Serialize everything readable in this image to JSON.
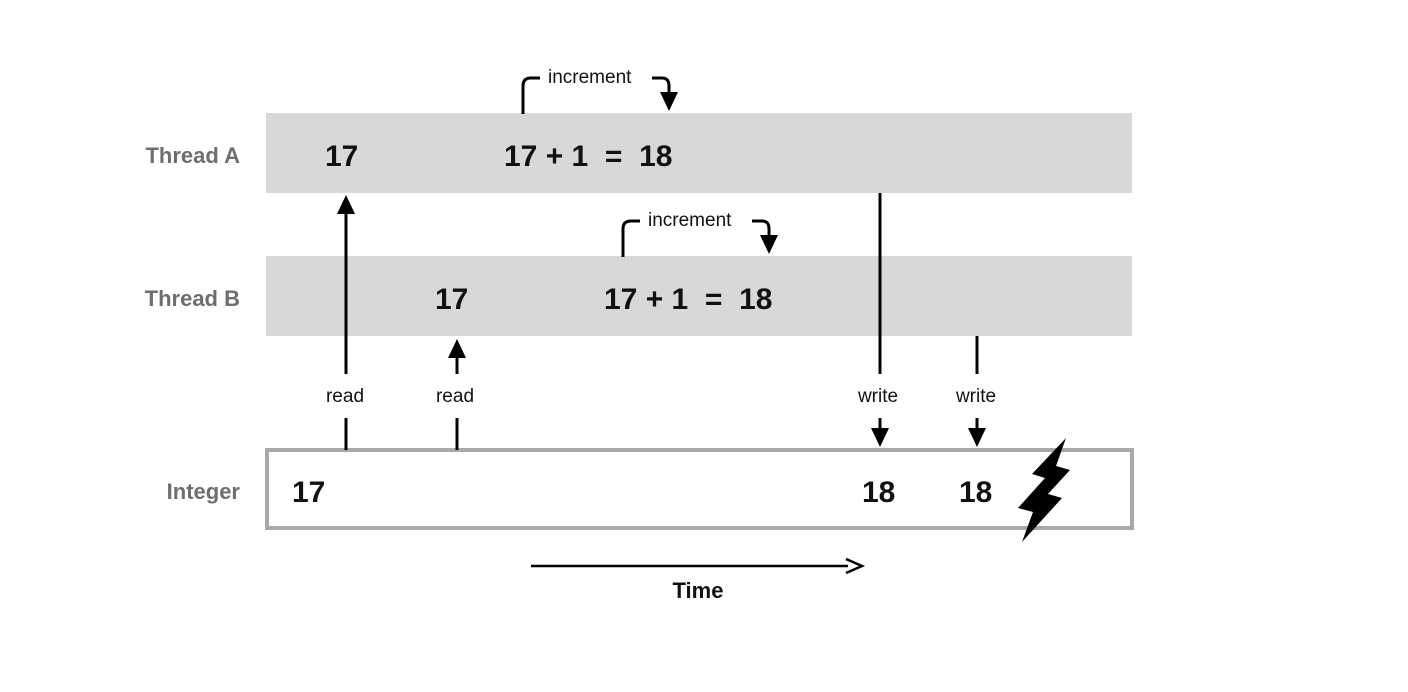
{
  "rows": {
    "thread_a": "Thread A",
    "thread_b": "Thread B",
    "integer": "Integer"
  },
  "thread_a": {
    "read_value": "17",
    "operation": "17 + 1  =  18",
    "increment_label": "increment"
  },
  "thread_b": {
    "read_value": "17",
    "operation": "17 + 1  =  18",
    "increment_label": "increment"
  },
  "integer": {
    "initial": "17",
    "after_write_a": "18",
    "after_write_b": "18"
  },
  "arrows": {
    "read_a": "read",
    "read_b": "read",
    "write_a": "write",
    "write_b": "write"
  },
  "time_label": "Time"
}
